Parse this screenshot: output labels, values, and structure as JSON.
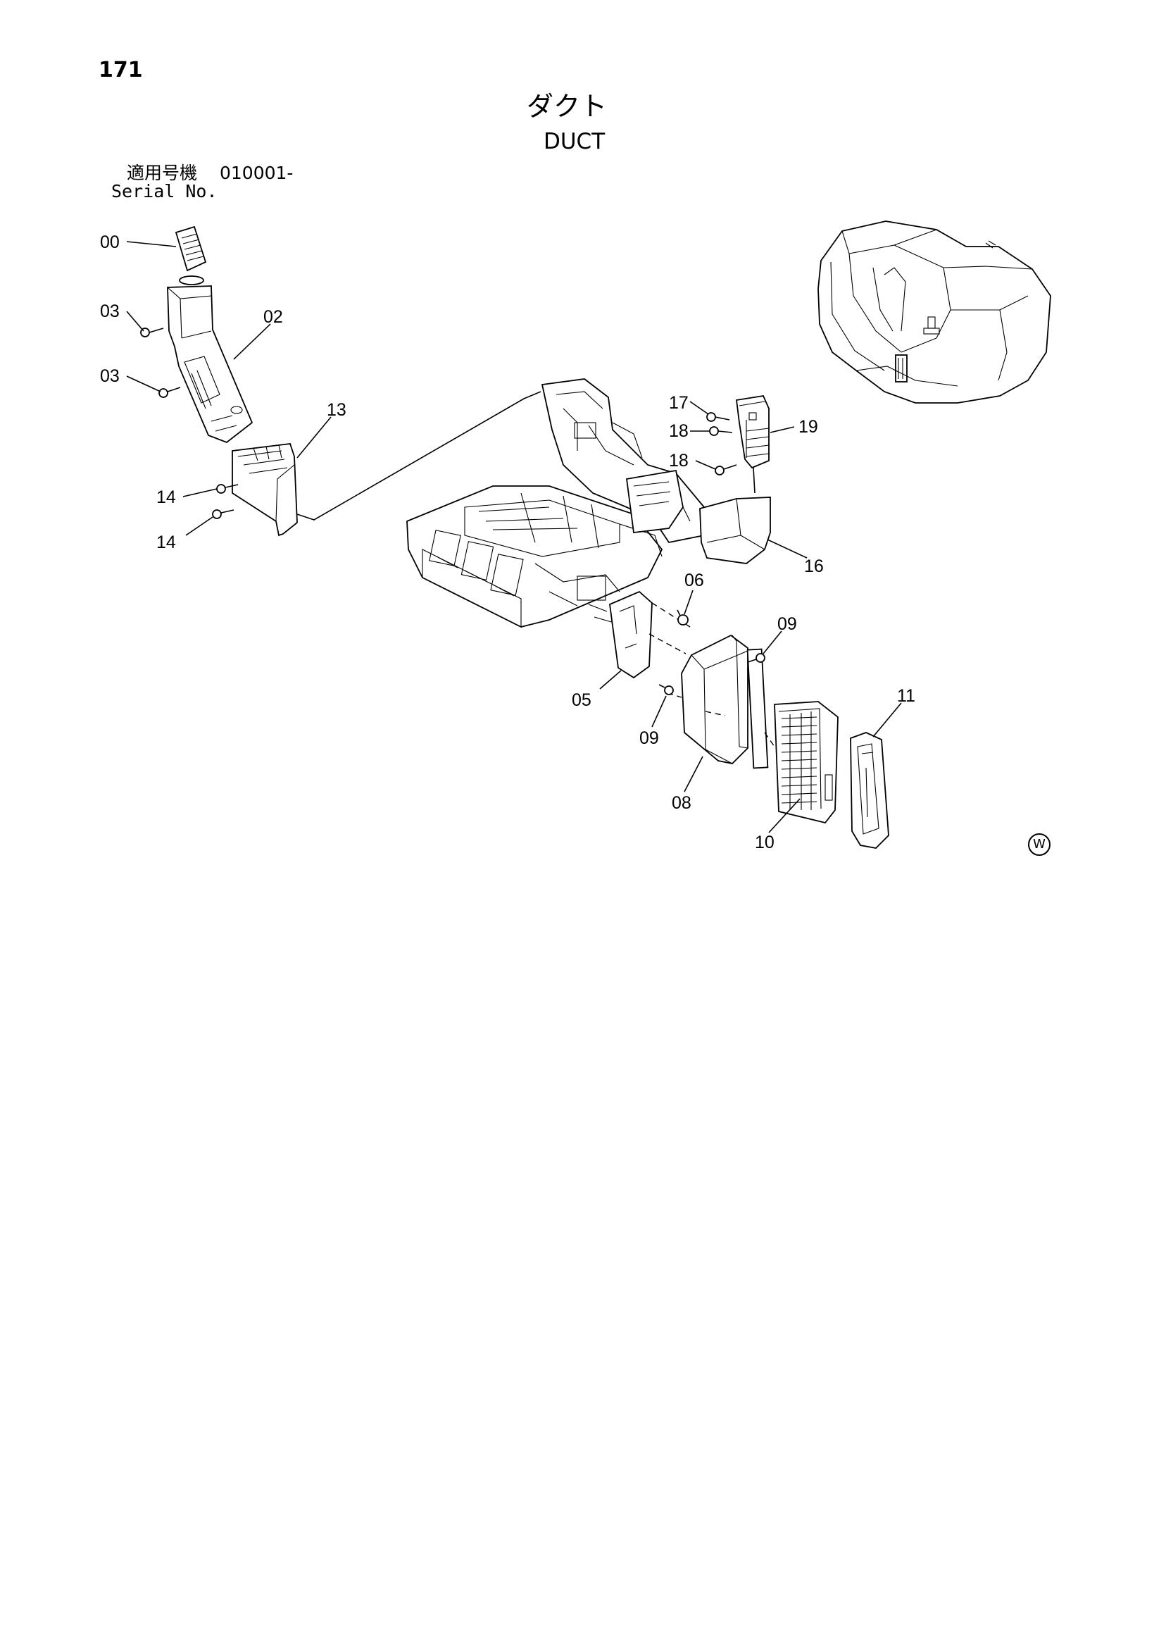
{
  "page": {
    "number": "171"
  },
  "title": {
    "japanese": "ダクト",
    "english": "DUCT"
  },
  "serial": {
    "label_japanese": "適用号機",
    "value": "010001-",
    "label_english": "Serial No."
  },
  "callouts": {
    "c00": "00",
    "c02": "02",
    "c03a": "03",
    "c03b": "03",
    "c05": "05",
    "c06": "06",
    "c08": "08",
    "c09a": "09",
    "c09b": "09",
    "c10": "10",
    "c11": "11",
    "c13": "13",
    "c14a": "14",
    "c14b": "14",
    "c16": "16",
    "c17": "17",
    "c18a": "18",
    "c18b": "18",
    "c19": "19"
  },
  "mark": {
    "symbol": "W"
  }
}
